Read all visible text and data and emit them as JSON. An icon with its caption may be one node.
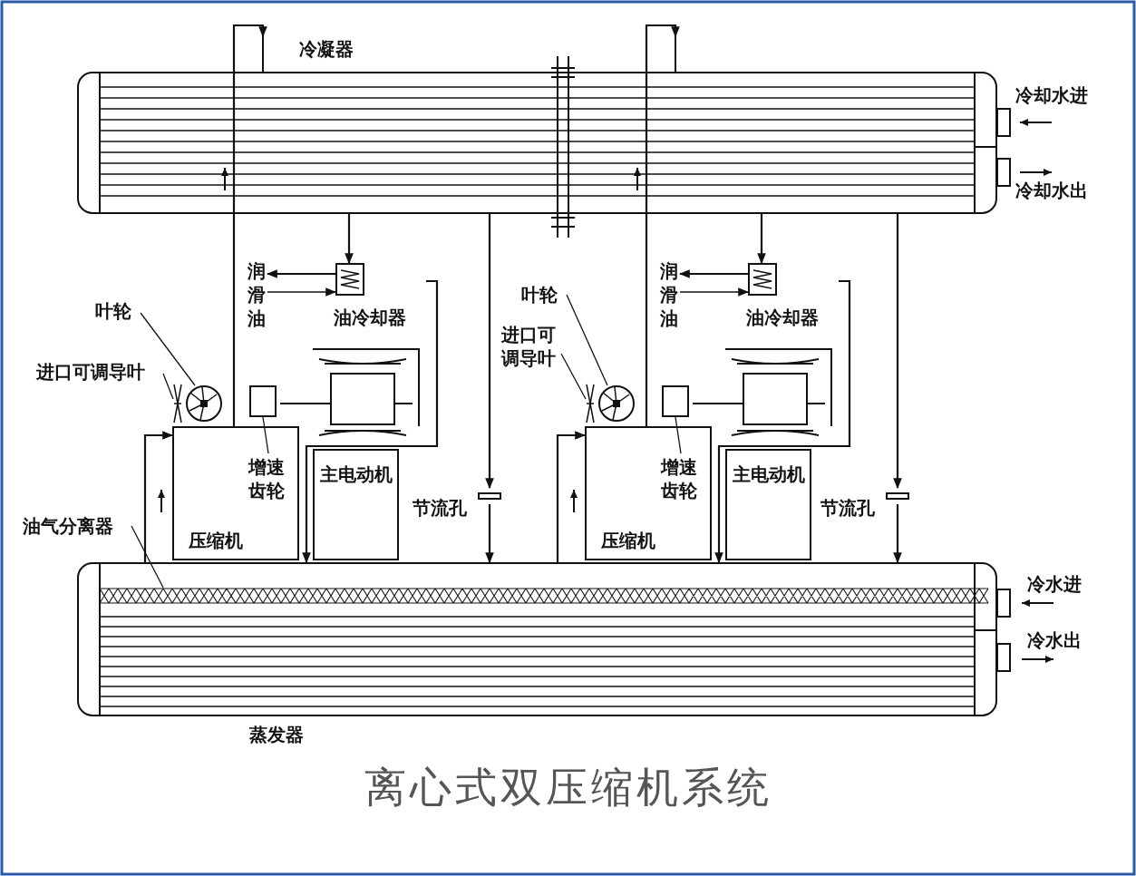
{
  "diagram": {
    "title": "离心式双压缩机系统",
    "nodes": [
      {
        "text": [
          "冷凝器"
        ]
      },
      {
        "text": [
          "蒸发器"
        ]
      },
      {
        "text": [
          "压缩机"
        ]
      },
      {
        "text": [],
        "shape": "circle"
      },
      {
        "text": [],
        "shape": "bar"
      },
      {
        "text": [],
        "shape": "box"
      },
      {
        "text": [
          "主电动机"
        ]
      },
      {
        "text": [
          "油冷却器"
        ]
      },
      {
        "text": [
          "压缩机"
        ]
      },
      {
        "text": [],
        "shape": "circle"
      },
      {
        "text": [],
        "shape": "bar"
      },
      {
        "text": [],
        "shape": "box"
      },
      {
        "text": [
          "主电动机"
        ]
      },
      {
        "text": [
          "油冷却器"
        ]
      },
      {
        "text": [],
        "shape": "bar",
        "in": 1
      },
      {
        "text": [
          "叶轮"
        ]
      },
      {
        "text": [
          "进口可调导叶"
        ]
      },
      {
        "text": [
          "增速齿轮"
        ],
        "in": 2
      },
      {
        "text": [
          "叶轮"
        ]
      },
      {
        "text": [
          "进口可调导叶"
        ]
      },
      {
        "text": [
          "增速齿轮"
        ],
        "in": 8
      },
      {
        "text": [
          "油气分离器"
        ]
      },
      {
        "text": [],
        "shape": "box",
        "beside": [
          "节流孔"
        ]
      },
      {
        "text": [],
        "shape": "box",
        "beside": [
          "节流孔"
        ]
      },
      {
        "text": [
          "润滑油"
        ]
      },
      {
        "text": [
          "润滑油"
        ]
      }
    ],
    "edges": [
      {
        "from": 2,
        "to": 0,
        "arrow": "to"
      },
      {
        "from": 8,
        "to": 0,
        "arrow": "to"
      },
      {
        "from": 0,
        "to": 22,
        "arrow": "to"
      },
      {
        "from": 22,
        "to": 1,
        "arrow": "to"
      },
      {
        "from": 0,
        "to": 23,
        "arrow": "to"
      },
      {
        "from": 23,
        "to": 1,
        "arrow": "to"
      },
      {
        "from": 1,
        "to": 2,
        "arrow": "to"
      },
      {
        "from": 1,
        "to": 8,
        "arrow": "to"
      },
      {
        "from": 0,
        "to": 7,
        "arrow": "to"
      },
      {
        "from": 0,
        "to": 13,
        "arrow": "to"
      },
      {
        "from": 7,
        "to": 1,
        "arrow": "to"
      },
      {
        "from": 13,
        "to": 1,
        "arrow": "to"
      },
      {
        "from": 15,
        "to": 3,
        "arrow": "none"
      },
      {
        "from": 16,
        "to": 4,
        "arrow": "none"
      },
      {
        "from": 17,
        "to": 5,
        "arrow": "none"
      },
      {
        "from": 18,
        "to": 9,
        "arrow": "none"
      },
      {
        "from": 19,
        "to": 10,
        "arrow": "none"
      },
      {
        "from": 20,
        "to": 11,
        "arrow": "none"
      },
      {
        "from": 21,
        "to": 14,
        "arrow": "none"
      },
      {
        "from": 7,
        "to": 24,
        "arrow": "to"
      },
      {
        "from": 24,
        "to": 7,
        "arrow": "to"
      },
      {
        "from": 13,
        "to": 25,
        "arrow": "to"
      },
      {
        "from": 25,
        "to": 13,
        "arrow": "to"
      }
    ],
    "labels": [
      "冷却水进",
      "冷却水出",
      "冷水进",
      "冷水出"
    ]
  }
}
